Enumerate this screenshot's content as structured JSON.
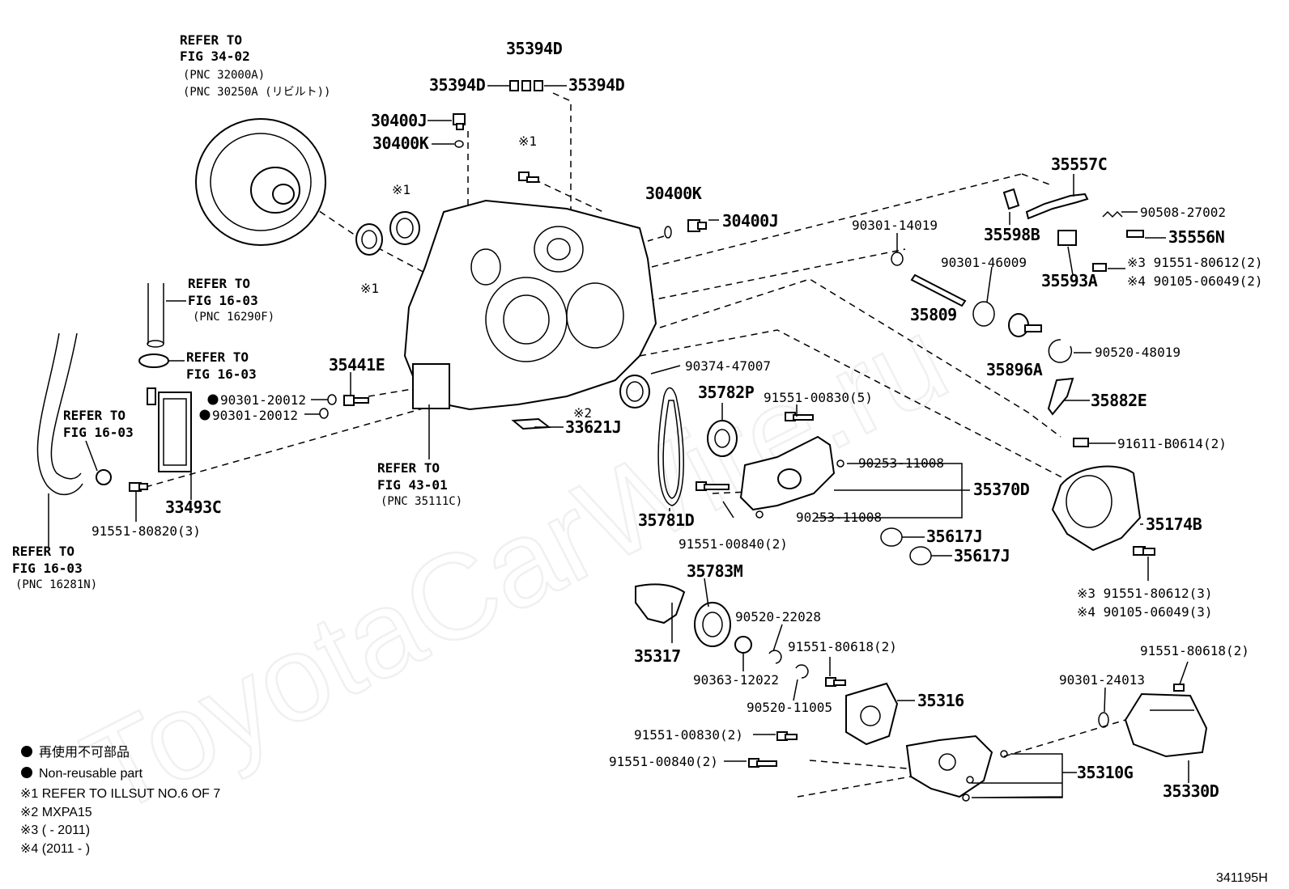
{
  "watermark": "ToyotaCarWire.ru",
  "figure_code": "341195H",
  "refs": {
    "torque_converter": [
      "REFER TO",
      "FIG 34-02",
      "(PNC 32000A)",
      "(PNC 30250A (リビルト))"
    ],
    "hose_upper": [
      "REFER TO",
      "FIG 16-03",
      "(PNC 16290F)"
    ],
    "clamp": [
      "REFER TO",
      "FIG 16-03"
    ],
    "hose_left": [
      "REFER TO",
      "FIG 16-03"
    ],
    "hose_bottom": [
      "REFER TO",
      "FIG 16-03",
      "(PNC 16281N)"
    ],
    "case": [
      "REFER TO",
      "FIG 43-01",
      "(PNC 35111C)"
    ]
  },
  "labels": {
    "p35394d_top": "35394D",
    "p35394d_left": "35394D",
    "p35394d_right": "35394D",
    "p30400j_top": "30400J",
    "p30400k_top": "30400K",
    "note1_a": "※1",
    "note1_b": "※1",
    "note1_c": "※1",
    "note2": "※2",
    "p30400k_r": "30400K",
    "p30400j_r": "30400J",
    "p35557c": "35557C",
    "p90508": "90508-27002",
    "p35556n": "35556N",
    "p35598b": "35598B",
    "p90301_14019": "90301-14019",
    "p90301_46009": "90301-46009",
    "p35593a": "35593A",
    "p91551_80612_2": "※3 91551-80612(2)",
    "p90105_06049_2": "※4 90105-06049(2)",
    "p35809": "35809",
    "p35896a": "35896A",
    "p90520_48019": "90520-48019",
    "p35882e": "35882E",
    "p91611": "91611-B0614(2)",
    "p35441e": "35441E",
    "p90301_20012_a": "90301-20012",
    "p90301_20012_b": "90301-20012",
    "p33493c": "33493C",
    "p91551_80820": "91551-80820(3)",
    "p90374": "90374-47007",
    "p35782p": "35782P",
    "p91551_00830_5": "91551-00830(5)",
    "p33621j": "33621J",
    "p90253_a": "90253-11008",
    "p90253_b": "90253-11008",
    "p35370d": "35370D",
    "p35781d": "35781D",
    "p91551_00840_2a": "91551-00840(2)",
    "p35617j_a": "35617J",
    "p35617j_b": "35617J",
    "p35174b": "35174B",
    "p91551_80612_3": "※3 91551-80612(3)",
    "p90105_06049_3": "※4 90105-06049(3)",
    "p35783m": "35783M",
    "p90520_22028": "90520-22028",
    "p91551_80618_a": "91551-80618(2)",
    "p35317": "35317",
    "p90363": "90363-12022",
    "p90520_11005": "90520-11005",
    "p35316": "35316",
    "p91551_80618_b": "91551-80618(2)",
    "p90301_24013": "90301-24013",
    "p91551_00830_2": "91551-00830(2)",
    "p91551_00840_2b": "91551-00840(2)",
    "p35310g": "35310G",
    "p35330d": "35330D"
  },
  "legend": {
    "jp": "再使用不可部品",
    "en": "Non-reusable part",
    "n1": "※1  REFER TO ILLSUT NO.6 OF 7",
    "n2": "※2  MXPA15",
    "n3": "※3 (        - 2011)",
    "n4": "※4 (2011  -        )"
  }
}
